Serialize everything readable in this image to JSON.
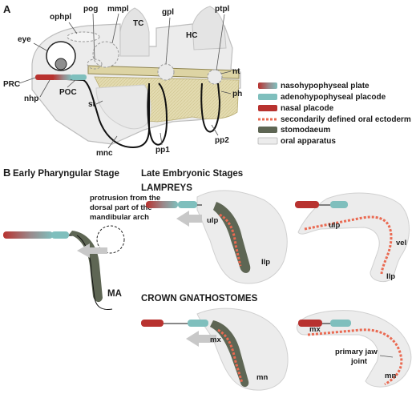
{
  "panel_a": {
    "letter": "A",
    "labels": {
      "eye": "eye",
      "ophpl": "ophpl",
      "pog": "pog",
      "mmpl": "mmpl",
      "tc": "TC",
      "gpl": "gpl",
      "ptpl": "ptpl",
      "hc": "HC",
      "nt": "nt",
      "ph": "ph",
      "prc": "PRC",
      "nhp": "nhp",
      "poc": "POC",
      "st": "st",
      "mnc": "mnc",
      "pp1": "pp1",
      "pp2": "pp2"
    }
  },
  "legend": [
    {
      "label": "nasohypophyseal plate",
      "swatch": "nasohypophyseal"
    },
    {
      "label": "adenohypophyseal placode",
      "swatch": "adeno"
    },
    {
      "label": "nasal placode",
      "swatch": "nasal"
    },
    {
      "label": "secondarily defined oral ectoderm",
      "swatch": "dashed"
    },
    {
      "label": "stomodaeum",
      "swatch": "stomodaeum"
    },
    {
      "label": "oral apparatus",
      "swatch": "oral"
    }
  ],
  "colors": {
    "nasal": "#b8322f",
    "adeno": "#7fbfbd",
    "stomodaeum": "#5e6654",
    "oral_fill": "#ececec",
    "oral_stroke": "#b5b5b5",
    "oral_ecto": "#ea6a52",
    "tan": "#d8cf9e"
  },
  "panel_b": {
    "letter": "B",
    "title_early": "Early Pharyngular Stage",
    "title_late": "Late Embryonic Stages",
    "lampreys": "LAMPREYS",
    "gnathostomes": "CROWN GNATHOSTOMES",
    "protrusion": [
      "protrusion from the",
      "dorsal part of the",
      "mandibular arch"
    ],
    "ma": "MA",
    "ulp": "ulp",
    "llp": "llp",
    "vel": "vel",
    "mx": "mx",
    "mn": "mn",
    "jaw_joint": [
      "primary jaw",
      "joint"
    ]
  }
}
